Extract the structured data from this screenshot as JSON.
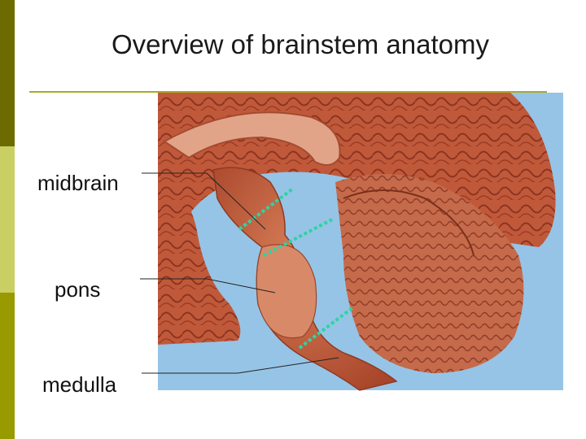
{
  "slide": {
    "title": "Overview of brainstem anatomy"
  },
  "labels": {
    "midbrain": "midbrain",
    "pons": "pons",
    "medulla": "medulla"
  },
  "colors": {
    "sidebar_top": "#6b6b00",
    "sidebar_mid": "#c9cf63",
    "sidebar_bottom": "#999a00",
    "rule": "#a9aa2a",
    "background_sky": "#96c4e6",
    "tissue": "#c8623e",
    "boundary_marker": "#2fd3a2"
  }
}
